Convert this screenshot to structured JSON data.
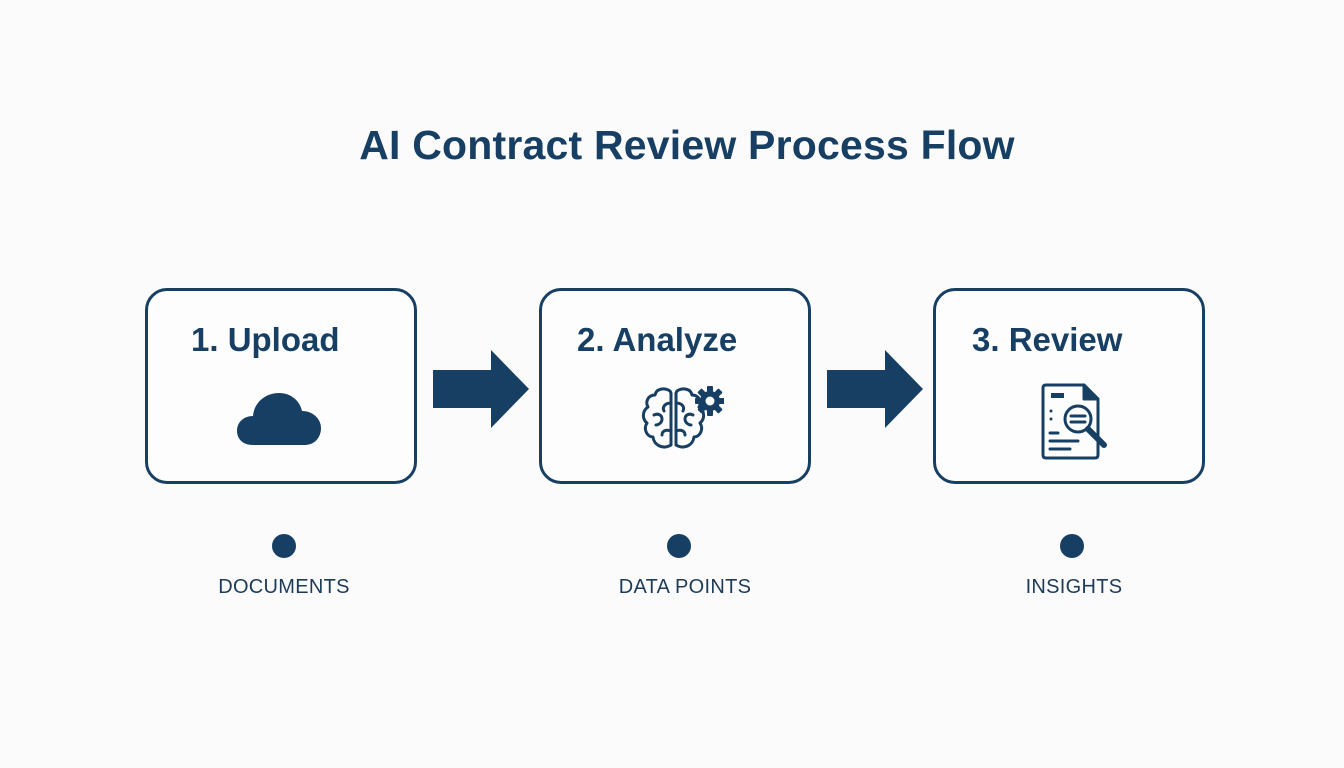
{
  "title": "AI Contract Review Process Flow",
  "colors": {
    "primary": "#173f63",
    "background": "#fbfbfb"
  },
  "steps": [
    {
      "label": "1. Upload",
      "icon": "cloud-icon",
      "caption": "DOCUMENTS"
    },
    {
      "label": "2. Analyze",
      "icon": "brain-gear-icon",
      "caption": "DATA POINTS"
    },
    {
      "label": "3. Review",
      "icon": "document-search-icon",
      "caption": "INSIGHTS"
    }
  ],
  "connectors": [
    "arrow-right-icon",
    "arrow-right-icon"
  ]
}
